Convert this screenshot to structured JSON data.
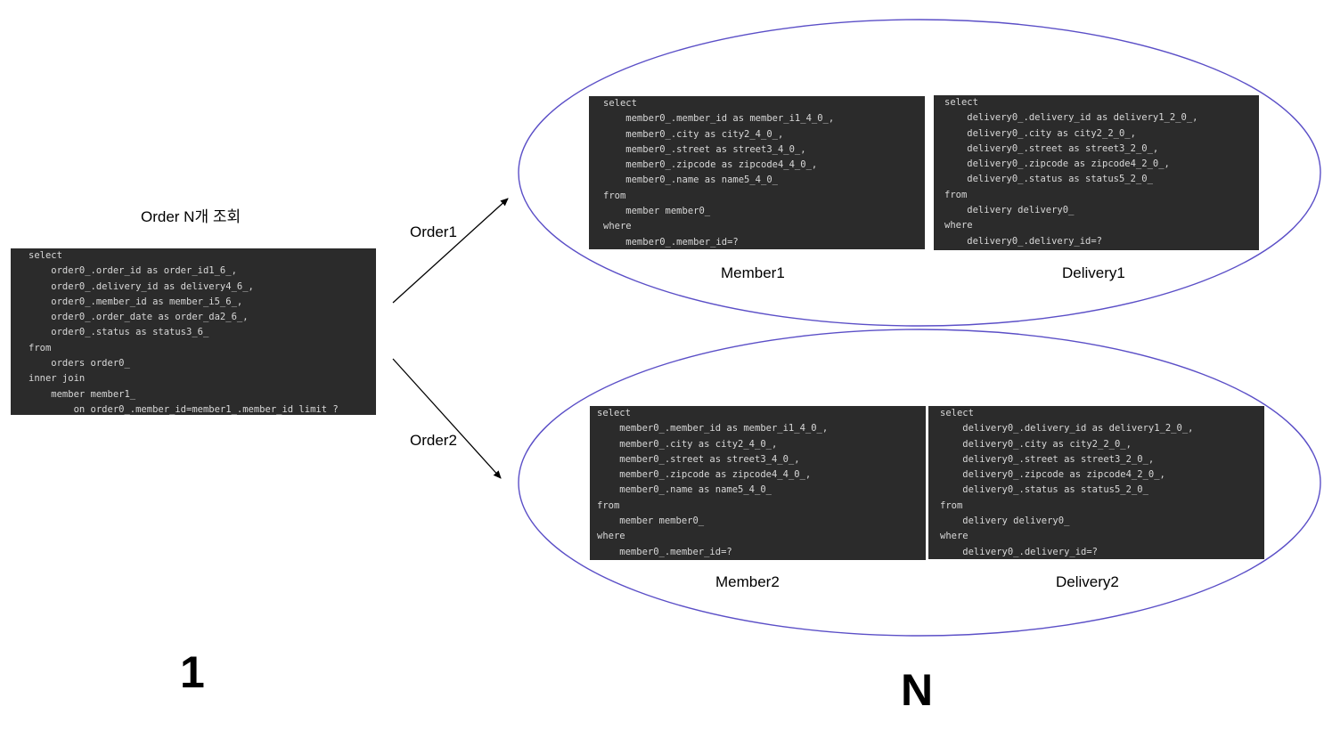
{
  "main_query": {
    "caption": "Order N개 조회",
    "lines": [
      "select",
      "    order0_.order_id as order_id1_6_,",
      "    order0_.delivery_id as delivery4_6_,",
      "    order0_.member_id as member_i5_6_,",
      "    order0_.order_date as order_da2_6_,",
      "    order0_.status as status3_6_",
      "from",
      "    orders order0_",
      "inner join",
      "    member member1_",
      "        on order0_.member_id=member1_.member_id limit ?"
    ]
  },
  "arrows": {
    "order1": "Order1",
    "order2": "Order2"
  },
  "member_query_lines": [
    "select",
    "    member0_.member_id as member_i1_4_0_,",
    "    member0_.city as city2_4_0_,",
    "    member0_.street as street3_4_0_,",
    "    member0_.zipcode as zipcode4_4_0_,",
    "    member0_.name as name5_4_0_",
    "from",
    "    member member0_",
    "where",
    "    member0_.member_id=?"
  ],
  "delivery_query_lines": [
    "select",
    "    delivery0_.delivery_id as delivery1_2_0_,",
    "    delivery0_.city as city2_2_0_,",
    "    delivery0_.street as street3_2_0_,",
    "    delivery0_.zipcode as zipcode4_2_0_,",
    "    delivery0_.status as status5_2_0_",
    "from",
    "    delivery delivery0_",
    "where",
    "    delivery0_.delivery_id=?"
  ],
  "groups": [
    {
      "member_caption": "Member1",
      "delivery_caption": "Delivery1"
    },
    {
      "member_caption": "Member2",
      "delivery_caption": "Delivery2"
    }
  ],
  "counts": {
    "one": "1",
    "n": "N"
  },
  "colors": {
    "ellipse": "#5b4fc7",
    "code_bg": "#2b2b2b",
    "code_text": "#d8d8d8"
  }
}
